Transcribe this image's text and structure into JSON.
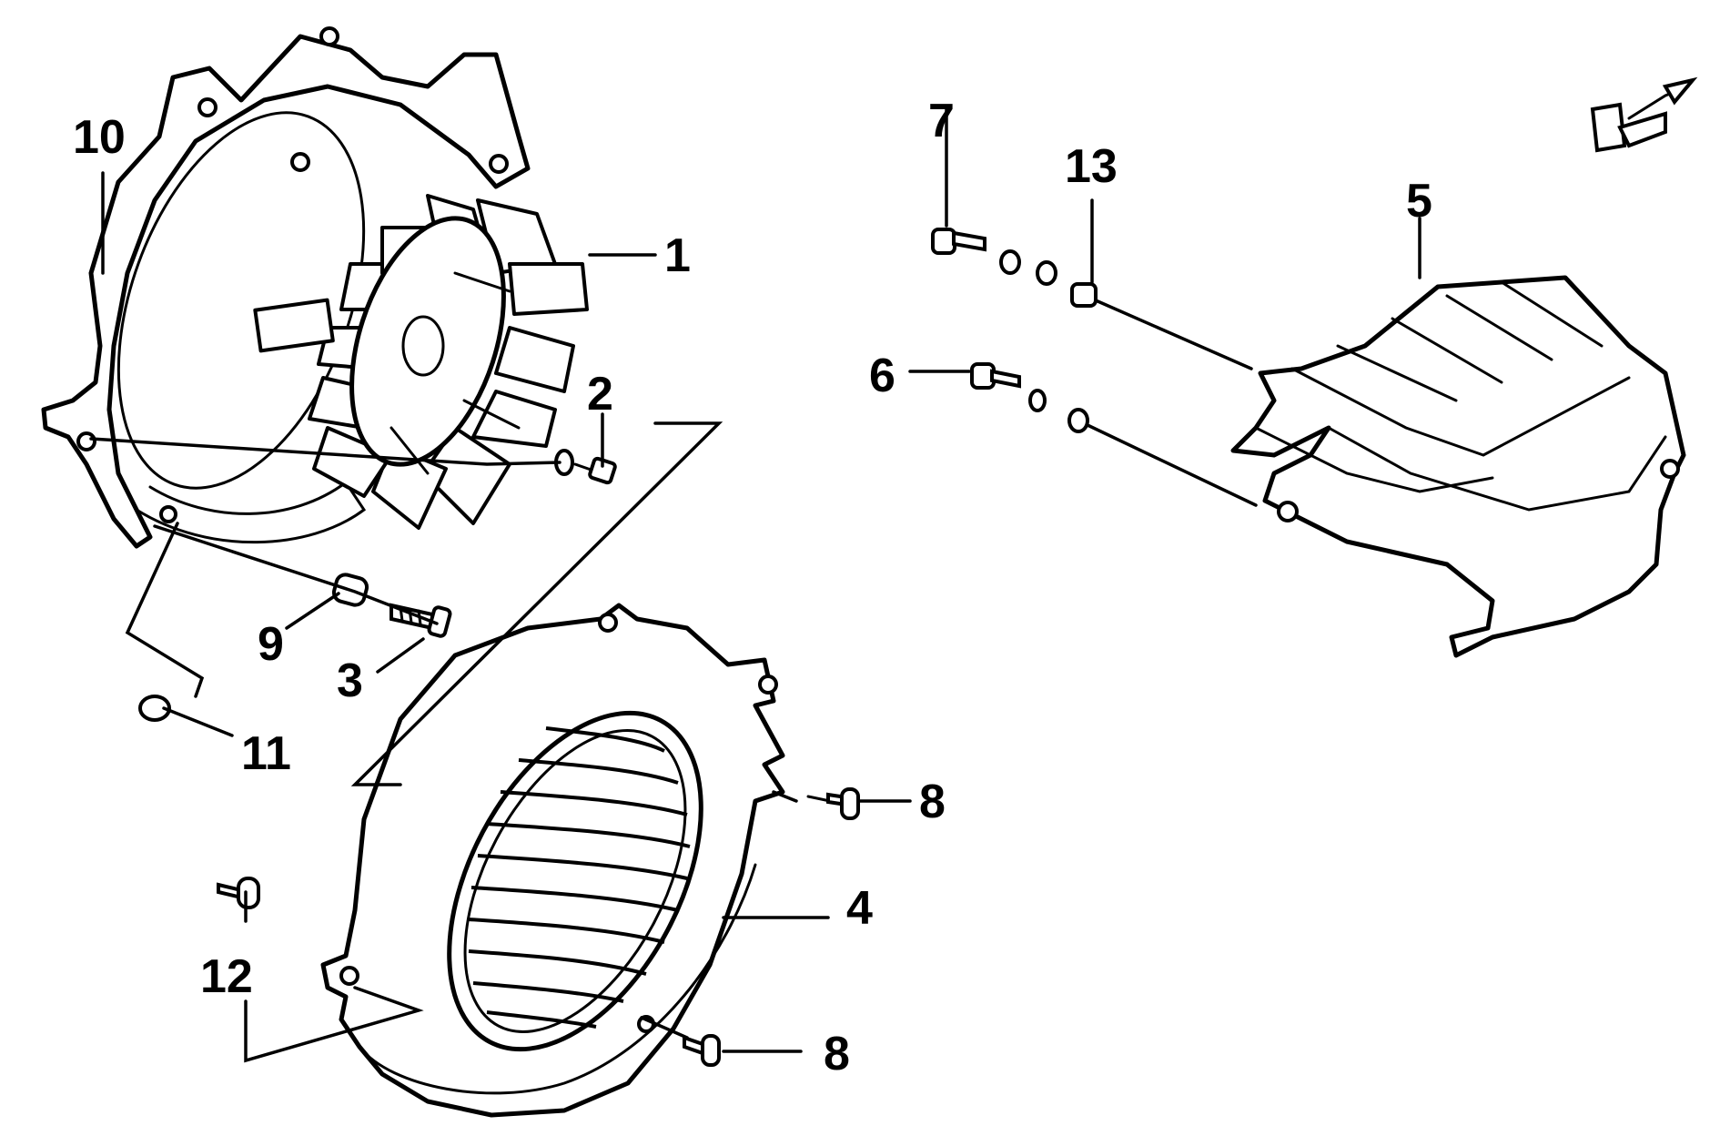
{
  "callouts": {
    "c1": "1",
    "c2": "2",
    "c3": "3",
    "c4": "4",
    "c5": "5",
    "c6": "6",
    "c7": "7",
    "c8a": "8",
    "c8b": "8",
    "c9": "9",
    "c10": "10",
    "c11": "11",
    "c12": "12",
    "c13": "13"
  },
  "colors": {
    "ink": "#000000",
    "paper": "#ffffff"
  },
  "icons": {
    "direction_indicator": "front-arrow-icon"
  }
}
